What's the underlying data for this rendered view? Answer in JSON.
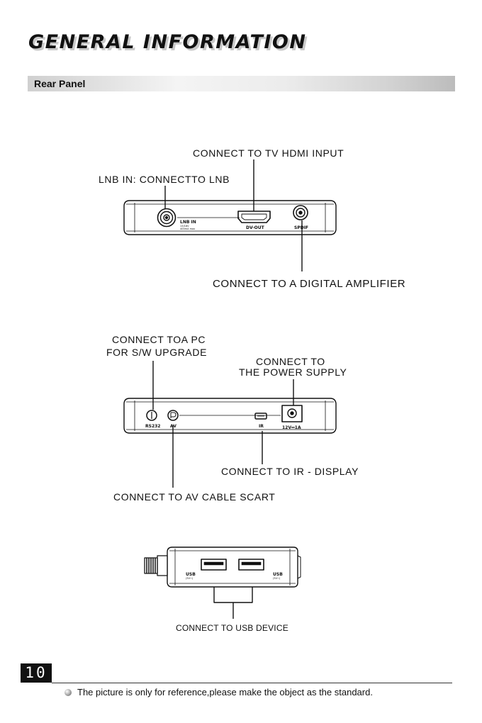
{
  "header": {
    "title": "GENERAL INFORMATION",
    "section": "Rear Panel"
  },
  "panel_top": {
    "callouts": {
      "hdmi": "CONNECT TO TV HDMI INPUT",
      "lnb": "LNB IN: CONNECTTO LNB",
      "spdif": "CONNECT TO A DIGITAL AMPLIFIER"
    },
    "port_labels": {
      "lnb": "LNB IN",
      "hdmi": "DV-OUT",
      "spdif": "SPDIF"
    }
  },
  "panel_middle": {
    "callouts": {
      "pc_line1": "CONNECT TOA PC",
      "pc_line2": "FOR S/W UPGRADE",
      "power_line1": "CONNECT TO",
      "power_line2": "THE POWER SUPPLY",
      "ir": "CONNECT TO IR - DISPLAY",
      "av": "CONNECT TO AV CABLE SCART"
    },
    "port_labels": {
      "rs232": "RS232",
      "av": "AV",
      "ir": "IR",
      "power": "12V⎓1A"
    }
  },
  "panel_bottom": {
    "callouts": {
      "usb": "CONNECT TO USB DEVICE"
    },
    "port_labels": {
      "usb_left": "USB",
      "usb_right": "USB"
    }
  },
  "footer": {
    "page_number": "10",
    "note": "The picture is only for reference,please make the object as the standard."
  }
}
